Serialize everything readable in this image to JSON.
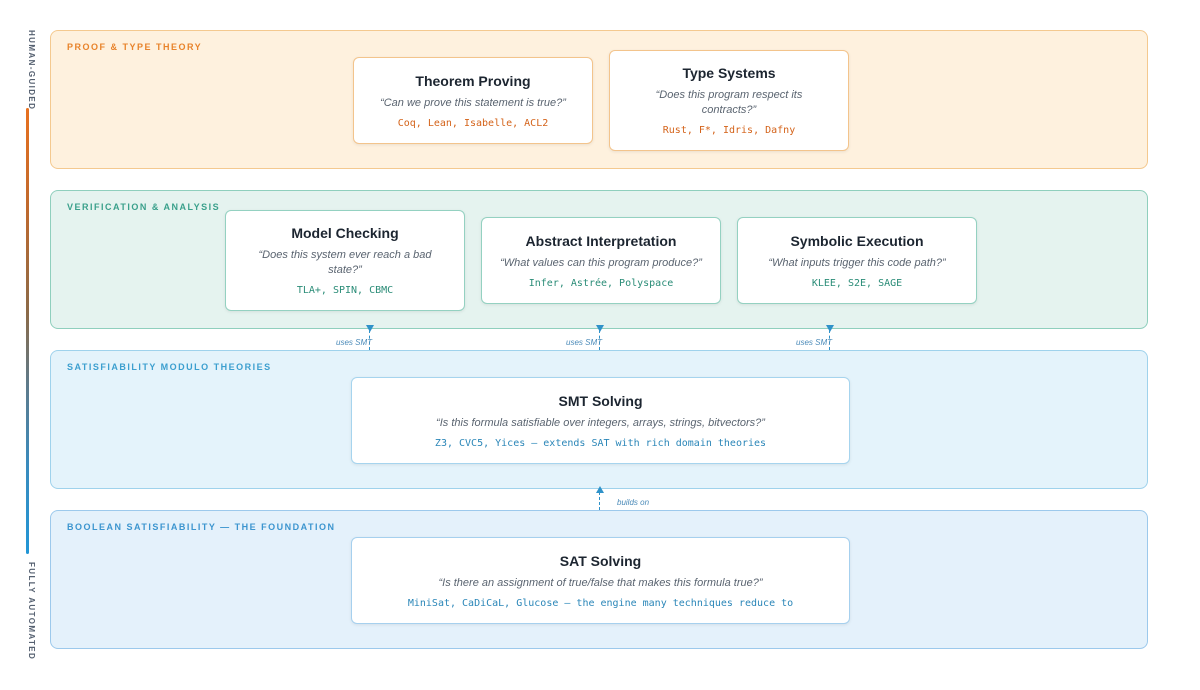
{
  "axis": {
    "top_label": "HUMAN-GUIDED",
    "bottom_label": "FULLY AUTOMATED",
    "gradient_colors": [
      "#e8711f",
      "#2196d6"
    ]
  },
  "layers": {
    "proof": {
      "title": "PROOF & TYPE THEORY",
      "cards": [
        {
          "title": "Theorem Proving",
          "question": "“Can we prove this statement is true?”",
          "tools": "Coq, Lean, Isabelle, ACL2"
        },
        {
          "title": "Type Systems",
          "question": "“Does this program respect its contracts?”",
          "tools": "Rust, F*, Idris, Dafny"
        }
      ]
    },
    "verification": {
      "title": "VERIFICATION & ANALYSIS",
      "cards": [
        {
          "title": "Model Checking",
          "question": "“Does this system ever reach a bad state?”",
          "tools": "TLA+, SPIN, CBMC"
        },
        {
          "title": "Abstract Interpretation",
          "question": "“What values can this program produce?”",
          "tools": "Infer, Astrée, Polyspace"
        },
        {
          "title": "Symbolic Execution",
          "question": "“What inputs trigger this code path?”",
          "tools": "KLEE, S2E, SAGE"
        }
      ]
    },
    "smt": {
      "title": "SATISFIABILITY MODULO THEORIES",
      "cards": [
        {
          "title": "SMT Solving",
          "question": "“Is this formula satisfiable over integers, arrays, strings, bitvectors?”",
          "tools": "Z3, CVC5, Yices — extends SAT with rich domain theories"
        }
      ]
    },
    "sat": {
      "title": "BOOLEAN SATISFIABILITY — THE FOUNDATION",
      "cards": [
        {
          "title": "SAT Solving",
          "question": "“Is there an assignment of true/false that makes this formula true?”",
          "tools": "MiniSat, CaDiCaL, Glucose — the engine many techniques reduce to"
        }
      ]
    }
  },
  "connectors": {
    "uses_smt": "uses SMT",
    "builds_on": "builds on"
  },
  "colors": {
    "proof": "#e8832b",
    "verification": "#3aa08b",
    "smt": "#3c9fcf",
    "sat": "#3c95cf",
    "connector": "#2f92c9"
  }
}
